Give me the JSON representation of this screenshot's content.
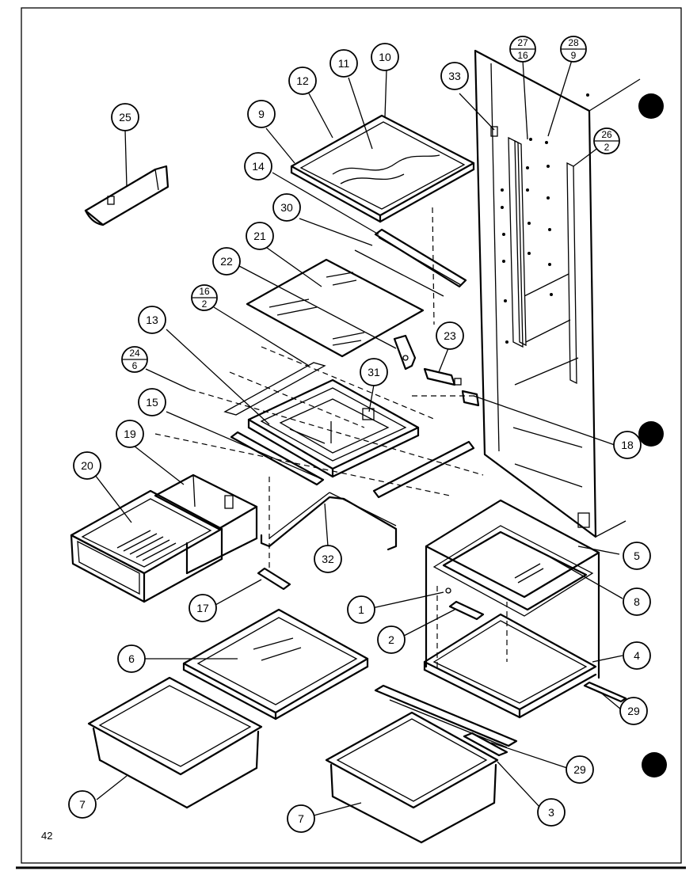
{
  "page_number": "42",
  "callouts": [
    {
      "id": "c1",
      "label": "1"
    },
    {
      "id": "c2",
      "label": "2"
    },
    {
      "id": "c3",
      "label": "3"
    },
    {
      "id": "c4",
      "label": "4"
    },
    {
      "id": "c5",
      "label": "5"
    },
    {
      "id": "c6",
      "label": "6"
    },
    {
      "id": "c7a",
      "label": "7"
    },
    {
      "id": "c7b",
      "label": "7"
    },
    {
      "id": "c8",
      "label": "8"
    },
    {
      "id": "c9",
      "label": "9"
    },
    {
      "id": "c10",
      "label": "10"
    },
    {
      "id": "c11",
      "label": "11"
    },
    {
      "id": "c12",
      "label": "12"
    },
    {
      "id": "c13",
      "label": "13"
    },
    {
      "id": "c14",
      "label": "14"
    },
    {
      "id": "c15",
      "label": "15"
    },
    {
      "id": "c17",
      "label": "17"
    },
    {
      "id": "c18",
      "label": "18"
    },
    {
      "id": "c19",
      "label": "19"
    },
    {
      "id": "c20",
      "label": "20"
    },
    {
      "id": "c21",
      "label": "21"
    },
    {
      "id": "c22",
      "label": "22"
    },
    {
      "id": "c23",
      "label": "23"
    },
    {
      "id": "c25",
      "label": "25"
    },
    {
      "id": "c29a",
      "label": "29"
    },
    {
      "id": "c29b",
      "label": "29"
    },
    {
      "id": "c30",
      "label": "30"
    },
    {
      "id": "c31",
      "label": "31"
    },
    {
      "id": "c32",
      "label": "32"
    },
    {
      "id": "c33",
      "label": "33"
    }
  ],
  "split_callouts": [
    {
      "id": "s27",
      "top": "27",
      "bottom": "16"
    },
    {
      "id": "s28",
      "top": "28",
      "bottom": "9"
    },
    {
      "id": "s26",
      "top": "26",
      "bottom": "2"
    },
    {
      "id": "s16",
      "top": "16",
      "bottom": "2"
    },
    {
      "id": "s24",
      "top": "24",
      "bottom": "6"
    }
  ]
}
